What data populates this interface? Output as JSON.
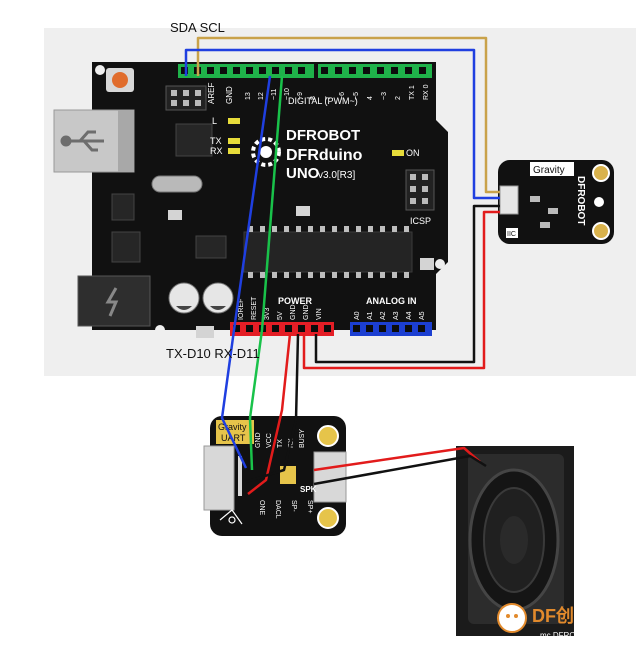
{
  "labels": {
    "sda_scl": "SDA SCL",
    "tx_rx": "TX-D10 RX-D11"
  },
  "arduino": {
    "brand": "DFROBOT",
    "model": "DFRduino",
    "version_main": "UNO",
    "version_sub": "v3.0[R3]",
    "on_label": "ON",
    "icsp_label": "ICSP",
    "digital_header_label": "DIGITAL (PWM~)",
    "power_label": "POWER",
    "analog_label": "ANALOG IN",
    "led_l": "L",
    "led_tx": "TX",
    "led_rx": "RX",
    "aref": "AREF",
    "gnd": "GND",
    "digital_pins": [
      "13",
      "12",
      "~11",
      "~10",
      "~9",
      "8",
      "7",
      "~6",
      "~5",
      "4",
      "~3",
      "2",
      "TX 1",
      "RX 0"
    ],
    "power_pins": [
      "IOREF",
      "RESET",
      "3V3",
      "5V",
      "GND",
      "GND",
      "VIN"
    ],
    "analog_pins": [
      "A0",
      "A1",
      "A2",
      "A3",
      "A4",
      "A5"
    ]
  },
  "gravity_i2c": {
    "title": "Gravity",
    "brand": "DFROBOT",
    "iic": "IIC"
  },
  "uart_module": {
    "title_line1": "Gravity",
    "title_line2": "UART",
    "pins_top": [
      "GND",
      "VCC",
      "TX",
      "RX",
      "BUSY"
    ],
    "pins_bottom": [
      "ONE",
      "DACL",
      "SP-",
      "SP+"
    ],
    "spk": "SPK"
  },
  "watermark": {
    "brand": "DF创",
    "sub": "mc.DFRO"
  },
  "colors": {
    "board": "#111111",
    "header_green": "#1fb24a",
    "header_red": "#e41e26",
    "header_blue": "#1c3fd1",
    "wire_blue": "#1f3fe0",
    "wire_green": "#19c24a",
    "wire_red": "#e21b1b",
    "wire_black": "#111111",
    "wire_gold": "#c9a24a",
    "panel_bg": "#efefef"
  }
}
